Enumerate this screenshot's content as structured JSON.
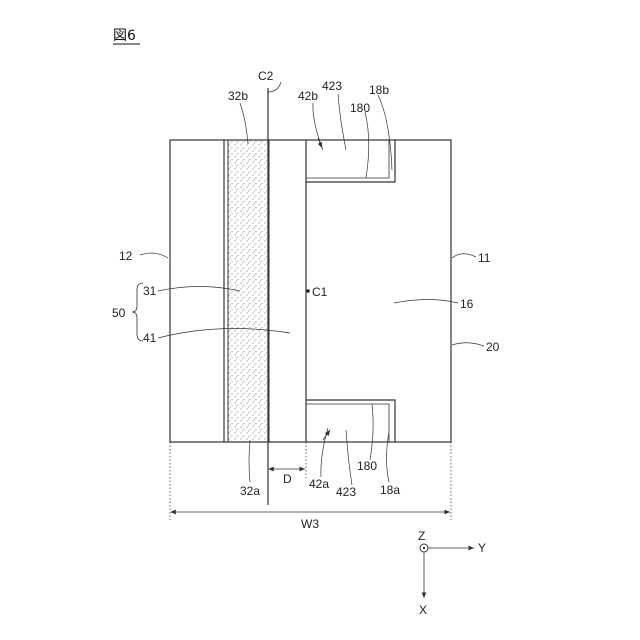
{
  "figure": {
    "title": "図6"
  },
  "labels": {
    "c2": "C2",
    "l423_top": "423",
    "l18b": "18b",
    "l32b": "32b",
    "l42b": "42b",
    "l180_top": "180",
    "l12": "12",
    "l11": "11",
    "l31": "31",
    "l50": "50",
    "l41": "41",
    "lc1": "C1",
    "l16": "16",
    "l20": "20",
    "l32a": "32a",
    "ld": "D",
    "l42a": "42a",
    "l423_bot": "423",
    "l180_bot": "180",
    "l18a": "18a",
    "w3": "W3"
  },
  "axes": {
    "z": "Z",
    "y": "Y",
    "x": "X"
  }
}
